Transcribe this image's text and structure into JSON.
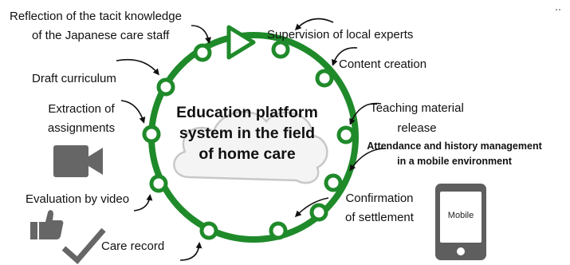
{
  "diagram": {
    "center_title": [
      "Education platform",
      "system in the field",
      "of home care"
    ],
    "labels": {
      "reflection": [
        "Reflection of the tacit knowledge",
        "of the Japanese care staff"
      ],
      "supervision": "Supervision of local experts",
      "content_creation": "Content creation",
      "draft_curriculum": "Draft curriculum",
      "extraction": [
        "Extraction of",
        "assignments"
      ],
      "teaching_material": [
        "Teaching material",
        "release"
      ],
      "attendance": [
        "Attendance and history management",
        "in a mobile environment"
      ],
      "confirmation": [
        "Confirmation",
        "of settlement"
      ],
      "evaluation": "Evaluation by video",
      "care_record": "Care record"
    },
    "phone_label": "Mobile",
    "corner_mark": "‥",
    "colors": {
      "ring": "#1f8a2a",
      "node_fill": "#ffffff",
      "icon_gray": "#666666",
      "cloud_fill": "#f4f4f4",
      "cloud_stroke": "#c8c8c8"
    },
    "icons": [
      "play-triangle",
      "cloud",
      "video-camera",
      "thumbs-up",
      "checkmark",
      "mobile-phone"
    ]
  }
}
